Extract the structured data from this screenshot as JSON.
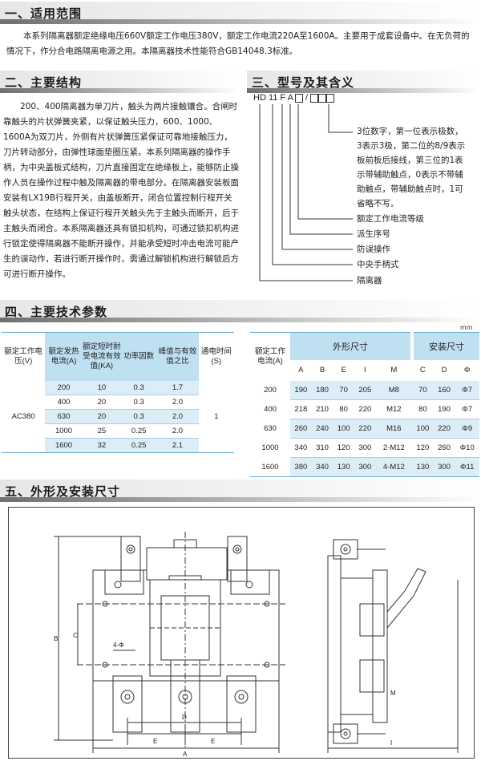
{
  "sections": {
    "s1": {
      "title": "一、适用范围"
    },
    "s2": {
      "title": "二、主要结构"
    },
    "s3": {
      "title": "三、型号及其含义"
    },
    "s4": {
      "title": "四、主要技术参数"
    },
    "s5": {
      "title": "五、外形及安装尺寸"
    }
  },
  "scope_text": "本系列隔离器额定绝缘电压660V额定工作电压380V，额定工作电流220A至1600A。主要用于成套设备中。在无负荷的情况下，作分合电路隔离电源之用。本隔离器技术性能符合GB14048.3标准。",
  "structure_text": "200、400隔离器为单刀片，触头为两片接触镶合。合闸时靠触头的片状弹簧夹紧，以保证触头压力，600、1000、1600A为双刀片，外侧有片状弹簧压紧保证可靠地接触压力，刀片转动部分，由弹性球面垫圈压紧。本系列隔离器的操作手柄，为中央盖板式结构，刀片直接固定在绝缘板上，能够防止操作人员在操作过程中触及隔离器的带电部分。在隔离器安装板面安装有LX19B行程开关，由盖板断开，闭合位置控制行程开关触头状态，在结构上保证行程开关触头先于主触头而断开，后于主触头而闭合。本系隔离器还具有锁扣机构，可通过锁扣机构进行锁定使得隔离器不能断开操作，并能承受短时冲击电流可能产生的误动作，若进行断开操作时，需通过解锁机构进行解锁后方可进行断开操作。",
  "model": {
    "code": "HD 11 F A",
    "suffix": "/",
    "labels": [
      "3位数字，第一位表示极数，",
      "3表示3极，第二位的8/9表示",
      "板前板后接线，第三位的1表",
      "示带辅助触点，0表示不带辅",
      "助触点，带辅助触点时，1可",
      "省略不写。",
      "额定工作电流等级",
      "派生序号",
      "防误操作",
      "中央手柄式",
      "隔离器"
    ]
  },
  "table1": {
    "headers": [
      "额定工作电压(V)",
      "额定发热电流(A)",
      "额定短时耐受电流有效值(KA)",
      "功率因数",
      "峰值与有效值之比",
      "通电时间(S)"
    ],
    "voltage": "AC380",
    "time": "1",
    "rows": [
      [
        "200",
        "10",
        "0.3",
        "1.7"
      ],
      [
        "400",
        "20",
        "0.3",
        "2.0"
      ],
      [
        "630",
        "20",
        "0.3",
        "2.0"
      ],
      [
        "1000",
        "25",
        "0.25",
        "2.0"
      ],
      [
        "1600",
        "32",
        "0.25",
        "2.1"
      ]
    ]
  },
  "table2": {
    "unit": "mm",
    "rated_header": "额定工作电流(A)",
    "group1": "外形尺寸",
    "group2": "安装尺寸",
    "cols": [
      "A",
      "B",
      "E",
      "I",
      "M",
      "C",
      "D",
      "Φ"
    ],
    "rows": [
      [
        "200",
        "190",
        "180",
        "70",
        "205",
        "M8",
        "70",
        "160",
        "Φ7"
      ],
      [
        "400",
        "218",
        "210",
        "80",
        "220",
        "M12",
        "80",
        "190",
        "Φ7"
      ],
      [
        "630",
        "260",
        "240",
        "100",
        "220",
        "M16",
        "100",
        "220",
        "Φ9"
      ],
      [
        "1000",
        "340",
        "310",
        "120",
        "300",
        "2-M12",
        "120",
        "260",
        "Φ10"
      ],
      [
        "1600",
        "380",
        "340",
        "130",
        "300",
        "4-M12",
        "130",
        "300",
        "Φ11"
      ]
    ]
  },
  "drawing": {
    "labels": {
      "A": "A",
      "B": "B",
      "C": "C",
      "D": "D",
      "E": "E",
      "I": "I",
      "M": "M",
      "phi": "4-Φ"
    }
  }
}
